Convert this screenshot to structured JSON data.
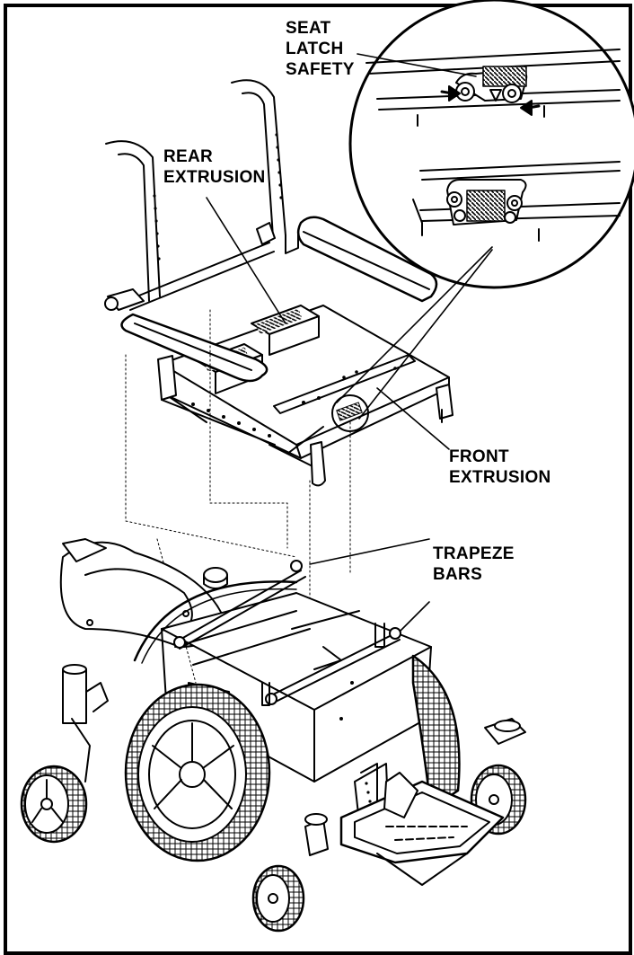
{
  "labels": {
    "seat_latch_safety": [
      "SEAT",
      "LATCH",
      "SAFETY"
    ],
    "rear_extrusion": [
      "REAR",
      "EXTRUSION"
    ],
    "front_extrusion": [
      "FRONT",
      "EXTRUSION"
    ],
    "trapeze_bars": [
      "TRAPEZE",
      "BARS"
    ]
  },
  "colors": {
    "line": "#000000",
    "background": "#ffffff",
    "shade": "#9a9a9a"
  }
}
